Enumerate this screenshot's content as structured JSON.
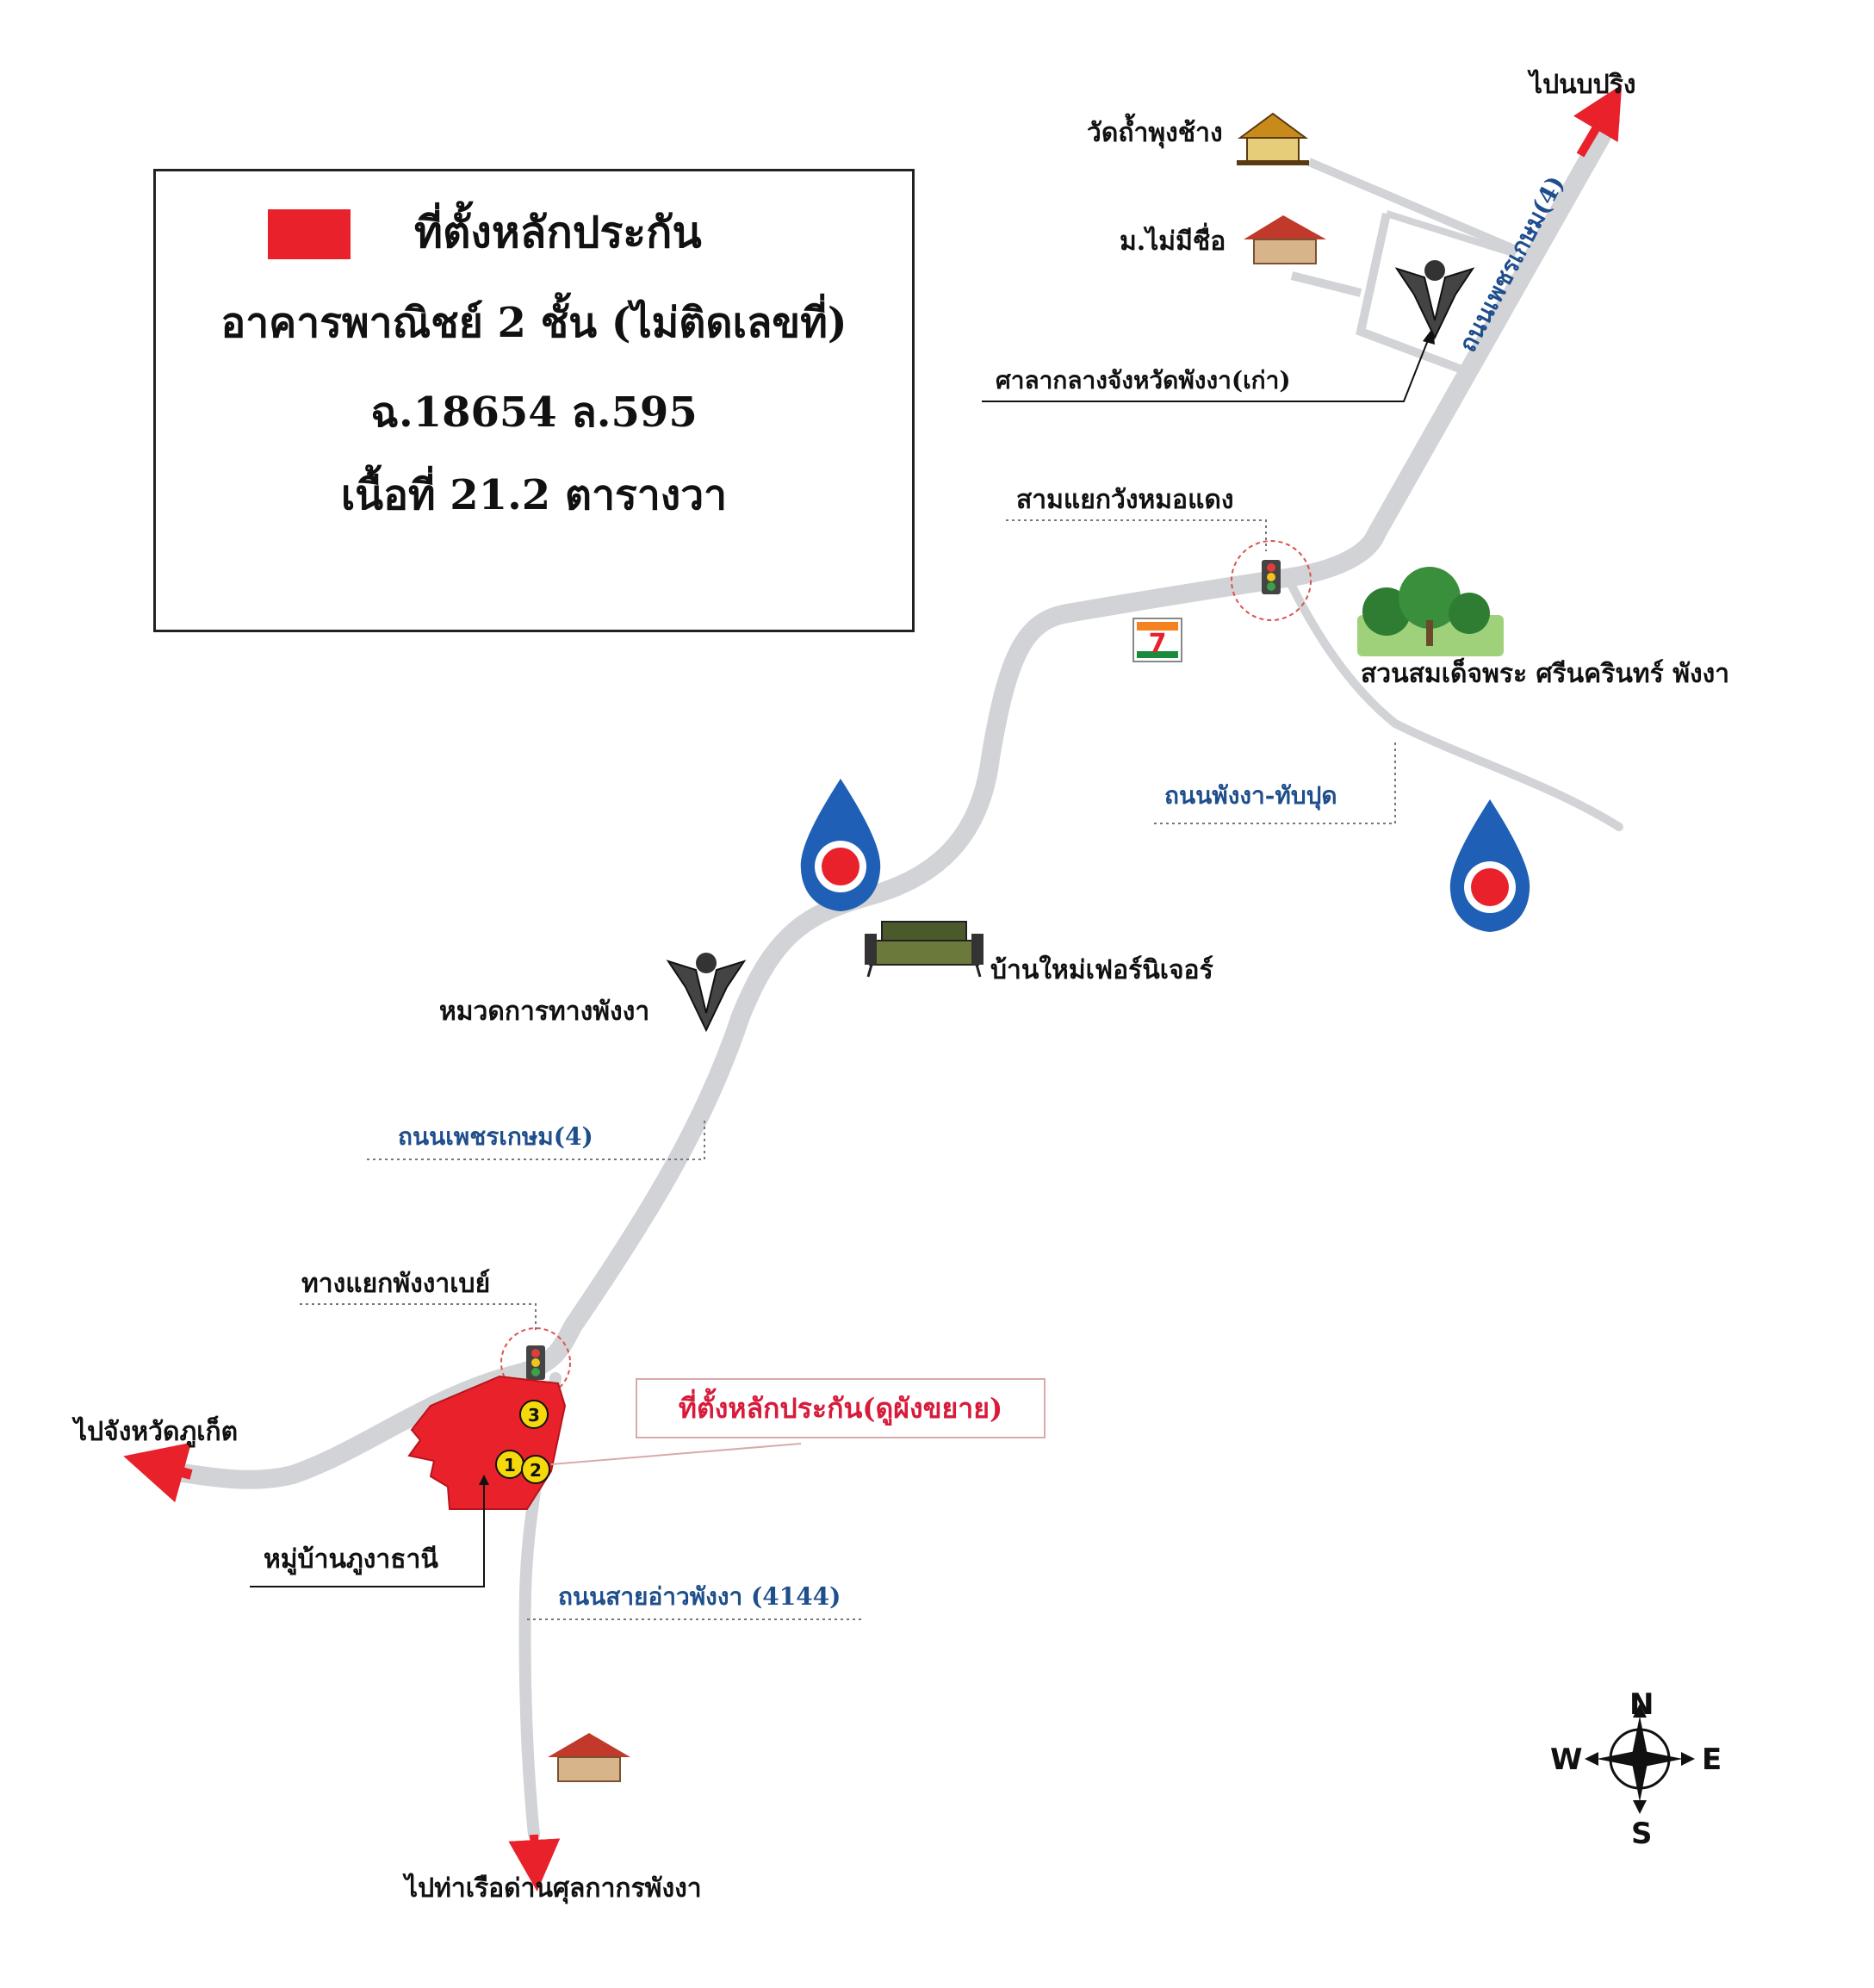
{
  "legend": {
    "title": "ที่ตั้งหลักประกัน",
    "building": "อาคารพาณิชย์ 2 ชั้น (ไม่ติดเลขที่)",
    "deed": "ฉ.18654  ล.595",
    "area": "เนื้อที่ 21.2 ตารางวา",
    "swatch_color": "#e8212b"
  },
  "labels": {
    "to_bo_pring": "ไปนบปริง",
    "wat": "วัดถ้ำพุงช้าง",
    "village_unnamed": "ม.ไม่มีชื่อ",
    "old_city_hall": "ศาลากลางจังหวัดพังงา(เก่า)",
    "road_phetkasem_ne": "ถนนเพชรเกษม(4)",
    "junction_wang_mo_daeng": "สามแยกวังหมอแดง",
    "park": "สวนสมเด็จพระ ศรีนครินทร์ พังงา",
    "road_phangnga_thap_put": "ถนนพังงา-ทับปุด",
    "furniture_shop": "บ้านใหม่เฟอร์นิเจอร์",
    "highway_district": "หมวดการทางพังงา",
    "road_phetkasem_sw": "ถนนเพชรเกษม(4)",
    "junction_phangnga_bay": "ทางแยกพังงาเบย์",
    "to_phuket": "ไปจังหวัดภูเก็ต",
    "village_phunga_thani": "หมู่บ้านภูงาธานี",
    "road_ao_phangnga": "ถนนสายอ่าวพังงา (4144)",
    "to_customs_pier": "ไปท่าเรือด่านศุลกากรพังงา",
    "collateral_callout": "ที่ตั้งหลักประกัน(ดูผังขยาย)"
  },
  "markers": [
    "1",
    "2",
    "3"
  ],
  "compass": {
    "n": "N",
    "s": "S",
    "e": "E",
    "w": "W"
  },
  "icons": {
    "temple": "temple-icon",
    "house": "house-icon",
    "garuda": "garuda-emblem-icon",
    "traffic_light": "traffic-light-icon",
    "seven_eleven": "seven-eleven-icon",
    "ptt": "ptt-gas-station-icon",
    "sofa": "sofa-icon",
    "park": "park-trees-icon",
    "compass": "compass-rose-icon"
  },
  "colors": {
    "road": "#d2d3d6",
    "collateral": "#e8212b",
    "arrow": "#e8212b",
    "road_label": "#1f4e8c",
    "callout_text": "#d81b3a",
    "marker_fill": "#f5d90a"
  }
}
